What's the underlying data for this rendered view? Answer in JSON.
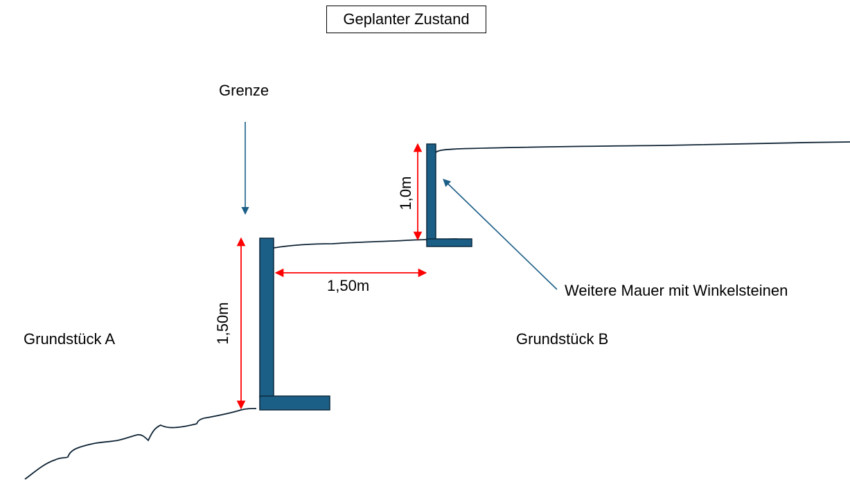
{
  "title": "Geplanter Zustand",
  "labels": {
    "grenze": "Grenze",
    "grundstueck_a": "Grundstück A",
    "grundstueck_b": "Grundstück B",
    "weitere_mauer": "Weitere Mauer mit Winkelsteinen"
  },
  "dimensions": {
    "lower_wall_height": "1,50m",
    "horizontal_distance": "1,50m",
    "upper_wall_height": "1,0m"
  },
  "colors": {
    "wall_fill": "#1b5e86",
    "wall_stroke": "#0d2a3e",
    "ground_line": "#0d2233",
    "dimension_arrow": "#ff0000",
    "pointer_arrow": "#1b5e86"
  }
}
